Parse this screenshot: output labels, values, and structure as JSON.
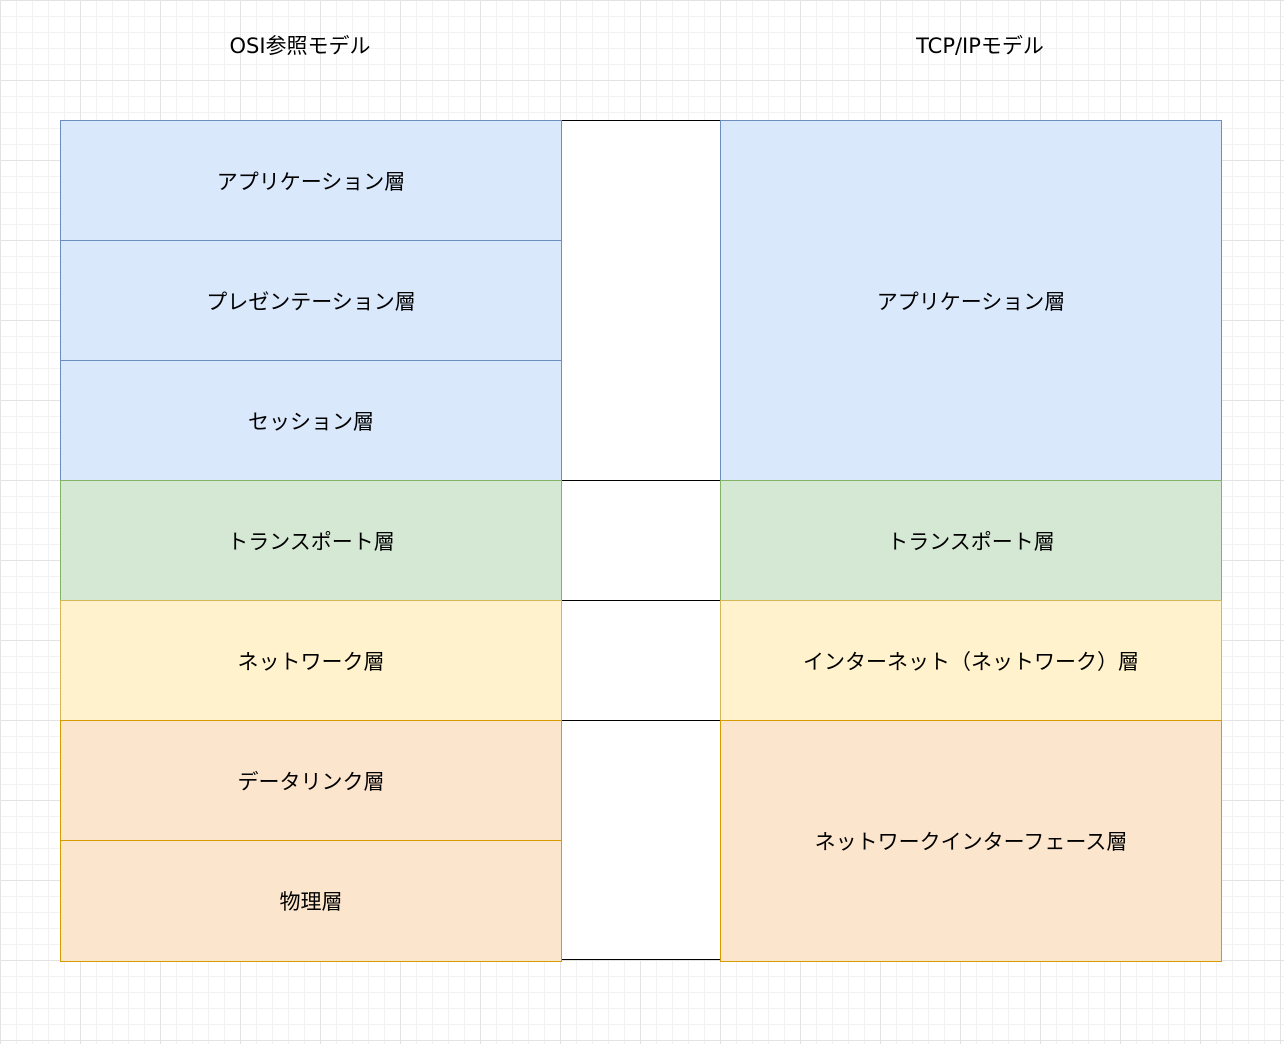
{
  "osi": {
    "title": "OSI参照モデル",
    "layers": [
      {
        "label": "アプリケーション層"
      },
      {
        "label": "プレゼンテーション層"
      },
      {
        "label": "セッション層"
      },
      {
        "label": "トランスポート層"
      },
      {
        "label": "ネットワーク層"
      },
      {
        "label": "データリンク層"
      },
      {
        "label": "物理層"
      }
    ]
  },
  "tcpip": {
    "title": "TCP/IPモデル",
    "layers": [
      {
        "label": "アプリケーション層"
      },
      {
        "label": "トランスポート層"
      },
      {
        "label": "インターネット（ネットワーク）層"
      },
      {
        "label": "ネットワークインターフェース層"
      }
    ]
  },
  "colors": {
    "application_fill": "#dae8fc",
    "application_stroke": "#6c8ebf",
    "transport_fill": "#d5e8d4",
    "transport_stroke": "#82b366",
    "network_fill": "#fff2cc",
    "network_stroke": "#d6b656",
    "link_fill": "#fce5cd",
    "link_stroke": "#d79b00"
  }
}
